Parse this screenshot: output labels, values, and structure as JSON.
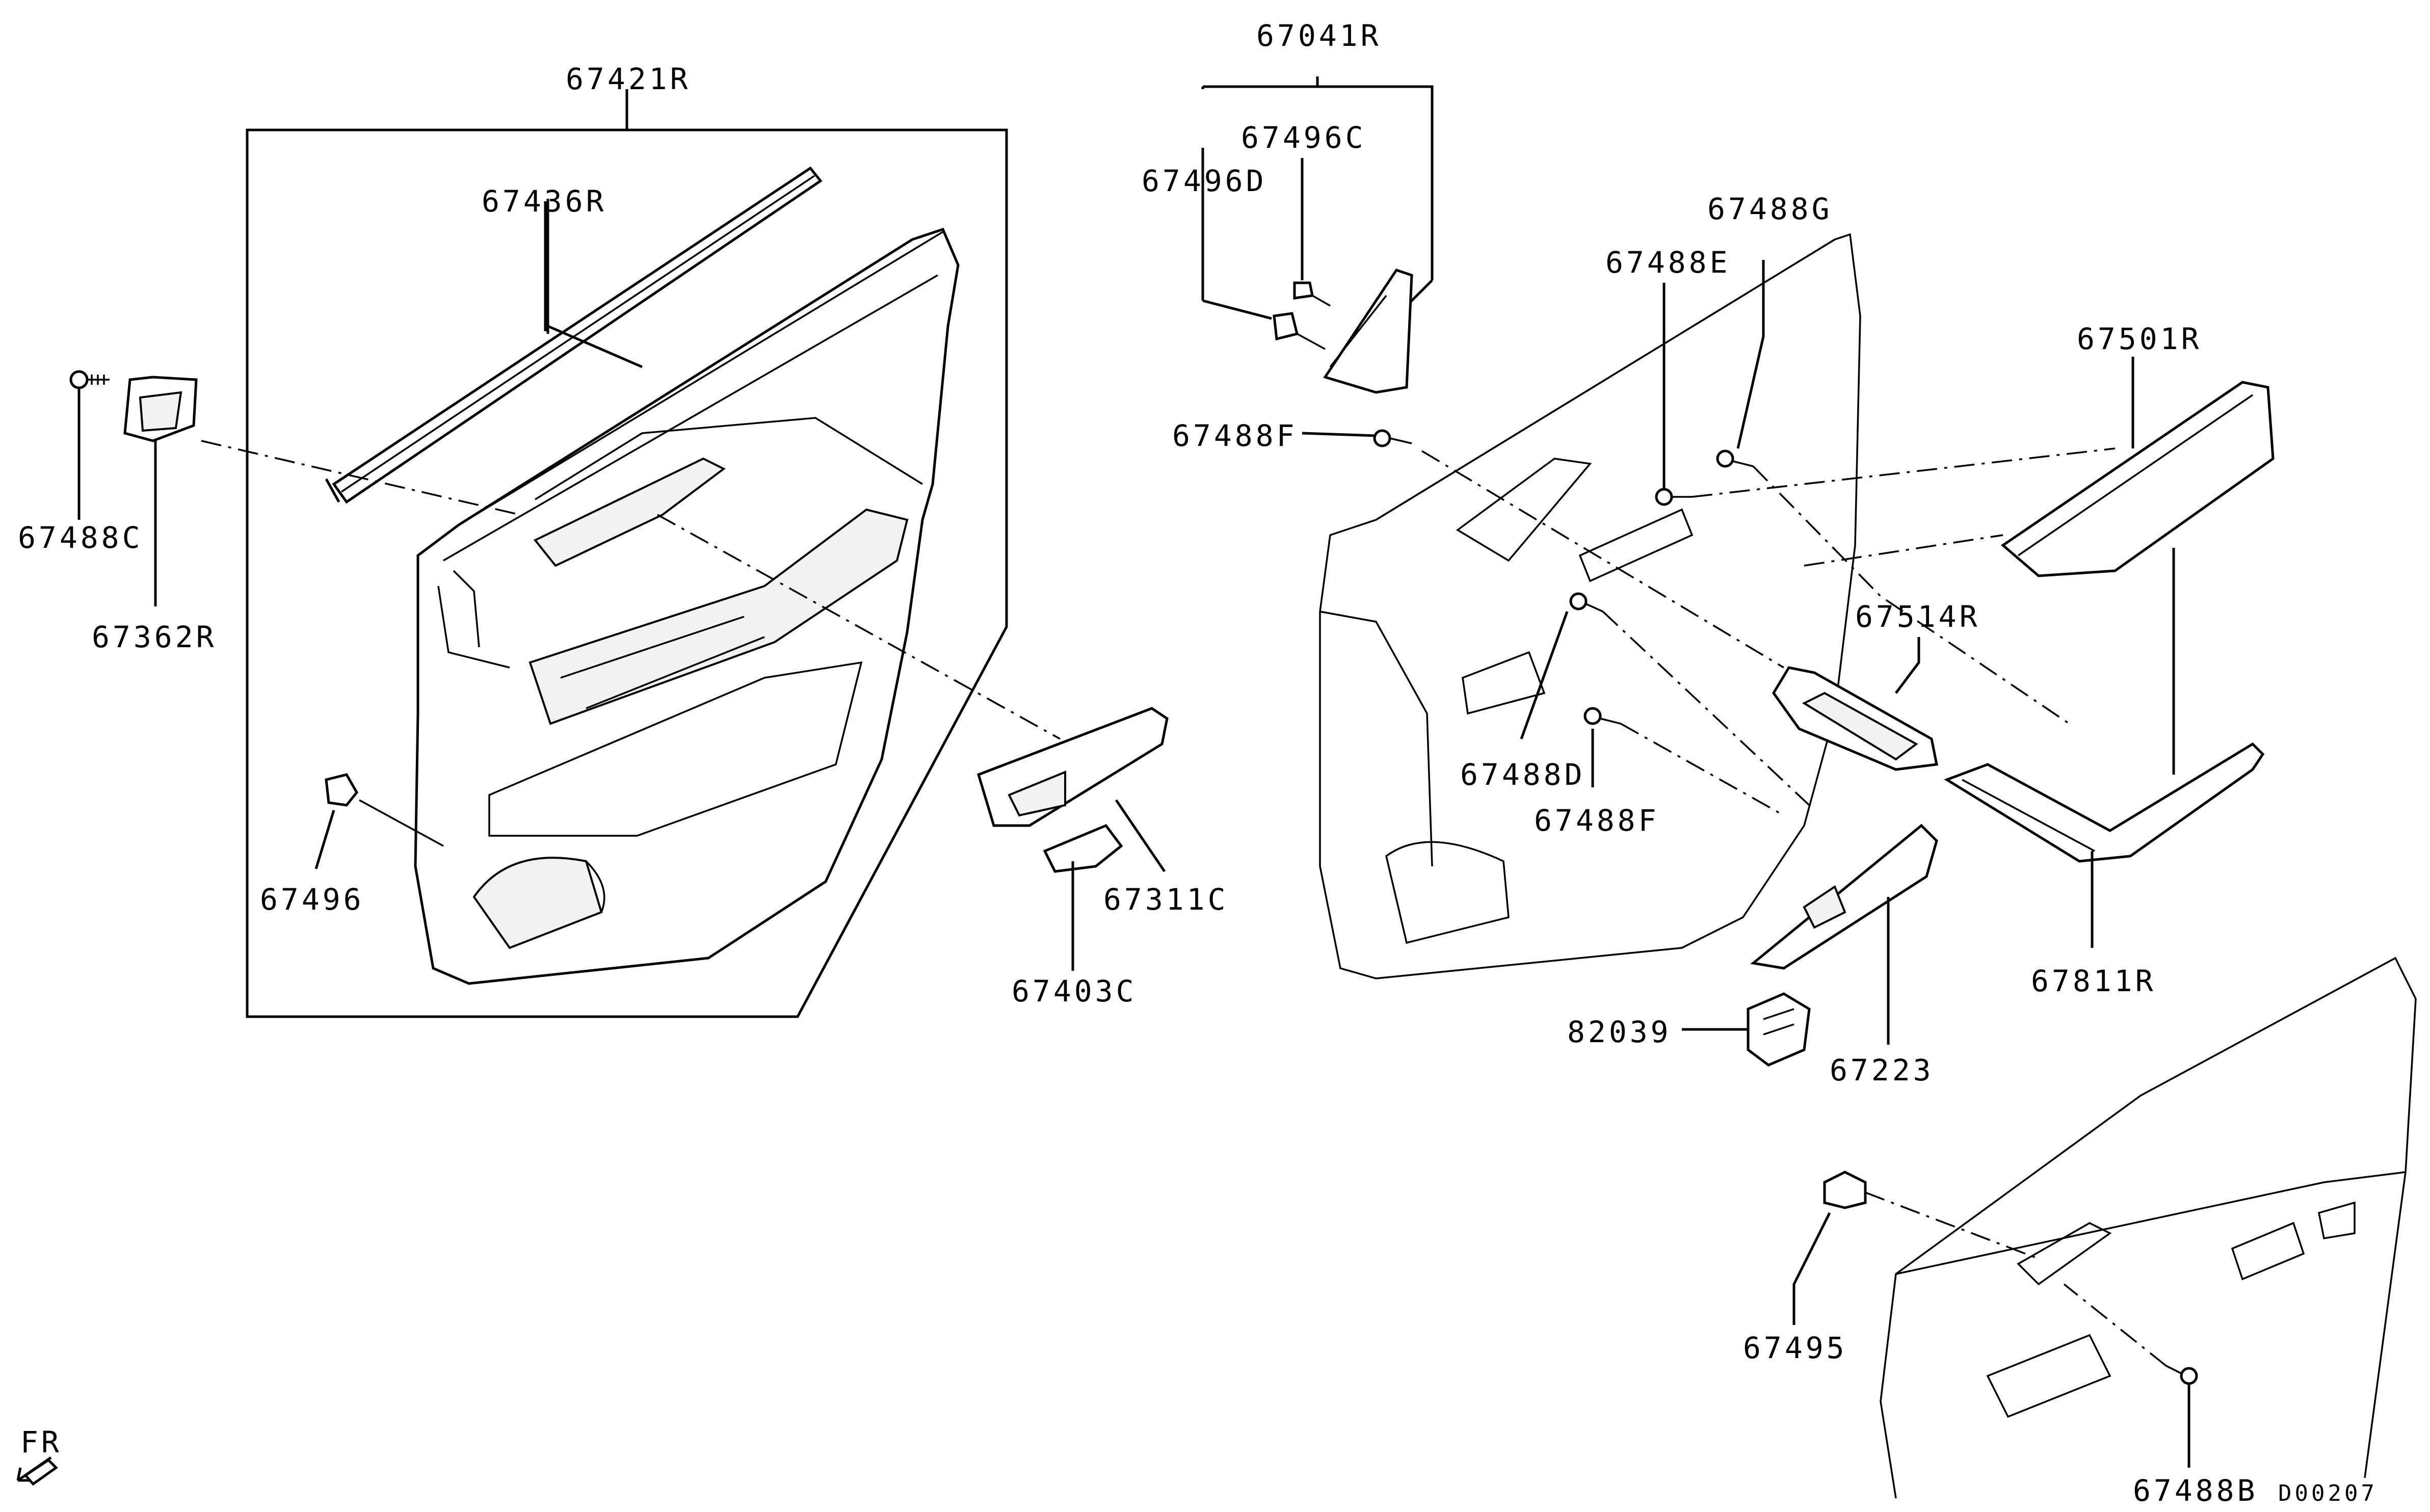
{
  "labels": {
    "p67421R": "67421R",
    "p67436R": "67436R",
    "p67488C": "67488C",
    "p67362R": "67362R",
    "p67496": "67496",
    "p67311C": "67311C",
    "p67403C": "67403C",
    "p67041R": "67041R",
    "p67496C": "67496C",
    "p67496D": "67496D",
    "p67488G": "67488G",
    "p67488E": "67488E",
    "p67488F_top": "67488F",
    "p67501R": "67501R",
    "p67514R": "67514R",
    "p67488D": "67488D",
    "p67488F_bottom": "67488F",
    "p82039": "82039",
    "p67223": "67223",
    "p67811R": "67811R",
    "p67495": "67495",
    "p67488B": "67488B",
    "fr": "FR",
    "drawing_code": "D00207"
  },
  "colors": {
    "line": "#000000",
    "background": "#ffffff"
  }
}
